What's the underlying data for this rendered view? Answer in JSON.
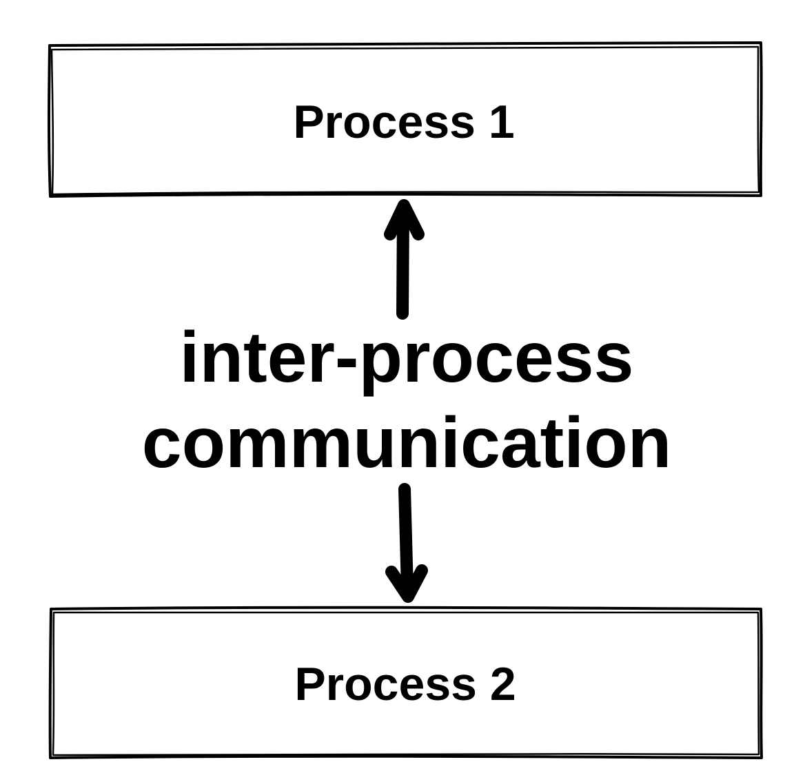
{
  "nodes": [
    {
      "id": "process-1",
      "label": "Process 1"
    },
    {
      "id": "process-2",
      "label": "Process 2"
    }
  ],
  "connector": {
    "label_lines": [
      "inter-process",
      "communication"
    ],
    "direction": "bidirectional"
  },
  "colors": {
    "background": "#ffffff",
    "stroke": "#000000",
    "text": "#000000"
  }
}
